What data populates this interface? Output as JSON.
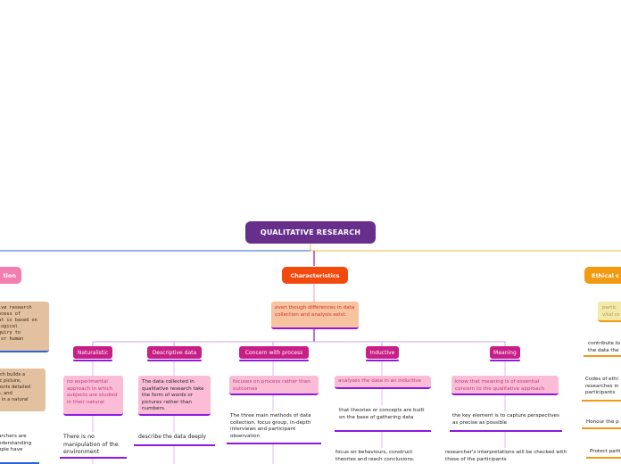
{
  "root": {
    "title": "QUALITATIVE RESEARCH"
  },
  "branches": {
    "left": "tion",
    "center": "Characteristics",
    "right": "Ethical c"
  },
  "center_note": "even though differences in data collection and analysis exist.",
  "subtopics": {
    "naturalistic": {
      "label": "Naturalistic",
      "note": "no experimental approach in which subjects are studied in their natural",
      "detail": "There is no manipulation of the environment"
    },
    "descriptive": {
      "label": "Descriptive data",
      "note": "The data collected in qualitative research take the form of words or pictures rather than numbers.",
      "detail": "describe the data deeply"
    },
    "process": {
      "label": "Concern with process",
      "note": "focuses on process rather than outcomes",
      "detail": "The three main methods of data collection, focus group, in-depth interviews and participant observation"
    },
    "inductive": {
      "label": "Inductive",
      "note": "analyses the data in an inductive",
      "detail": "that theories or concepts are built on the base of gathering data",
      "detail2": "focus on behaviours, construct theories and reach conclusions."
    },
    "meaning": {
      "label": "Meaning",
      "note": "know that meaning is of essential concern to the qualitative approach",
      "detail": "the key element is to capture perspectives as precise as possible",
      "detail2": "researcher's interpretations will be checked with those of the participants"
    }
  },
  "left_notes": {
    "n1": "ive research\nocess of\nat is based on\nlogical\nquiry to\n or human",
    "n2": "rch builds a\nic picture,\nports detailed\ns, and\nr in a natural",
    "n3": "archers are\nnderstanding\nople have"
  },
  "right_notes": {
    "yellow": "partic\nvital ro",
    "r1": "contribute to\nthe data the",
    "r2": "Codes of ethi\nresearches in\nparticipants",
    "r3": "Honour the p",
    "r4": "Protect parti"
  },
  "colors": {
    "root": "#672f8b",
    "left_branch": "#f27fb0",
    "center_branch": "#f24a0d",
    "right_branch": "#f29b12",
    "pill": "#c71f86",
    "underline": "#8f17e0"
  }
}
